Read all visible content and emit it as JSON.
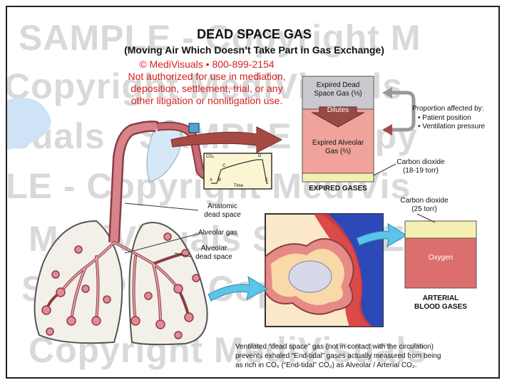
{
  "watermark": {
    "lines": [
      "SAMPLE - Copyright M",
      "Copyright MediVisuals",
      "isuals - SAMPLE - Copy",
      "LE - Copyright MediVis",
      "MediVisuals SAMPLE",
      "SAMPLE - Copyright",
      "Copyright MediVisuals"
    ]
  },
  "header": {
    "title": "DEAD SPACE GAS",
    "subtitle": "(Moving Air Which Doesn’t Take Part in Gas Exchange)",
    "credit": "© MediVisuals • 800-899-2154",
    "disclaimer_1": "Not authorized for use in mediation,",
    "disclaimer_2": "deposition, settlement, trial, or any",
    "disclaimer_3": "other litigation or nonlitigation use."
  },
  "expired_box": {
    "dead_space_label_1": "Expired Dead",
    "dead_space_label_2": "Space Gas (⅓)",
    "dilutes_label": "Dilutes",
    "alveolar_label_1": "Expired Alveolar",
    "alveolar_label_2": "Gas (⅔)",
    "co2_label_1": "Carbon dioxide",
    "co2_label_2": "(18-19 torr)",
    "caption": "EXPIRED GASES"
  },
  "proportion": {
    "heading": "Proportion affected by:",
    "items": [
      "• Patient position",
      "• Ventilation pressure"
    ]
  },
  "capnogram": {
    "y_label": "CO₂",
    "x_label": "Time",
    "points": [
      "A",
      "B",
      "C",
      "D",
      "E"
    ]
  },
  "anatomy_labels": {
    "anatomic_1": "Anatomic",
    "anatomic_2": "dead space",
    "alveolar_gas": "Alveolar gas",
    "alveolar_dead_1": "Alveolar",
    "alveolar_dead_2": "dead space"
  },
  "arterial_box": {
    "co2_label_1": "Carbon dioxide",
    "co2_label_2": "(25 torr)",
    "oxygen_label": "Oxygen",
    "caption_1": "ARTERIAL",
    "caption_2": "BLOOD GASES"
  },
  "footer": {
    "line_1": "Ventilated “dead space” gas (not in contact with the circulation)",
    "line_2": "prevents exhaled “End-tidal” gases actually measured from being",
    "line_3": "as rich in CO₂ (“End-tidal” CO₂) as Alveolar / Arterial CO₂."
  },
  "colors": {
    "dead_space": "#c9c9cf",
    "alveolar": "#efa39b",
    "co2_band": "#f6efb4",
    "oxygen": "#dc6f6e",
    "arrow_red": "#a84a44",
    "arrow_blue": "#5cc4e8",
    "lung_fill": "#f2f0e8",
    "airway": "#d9838a"
  }
}
